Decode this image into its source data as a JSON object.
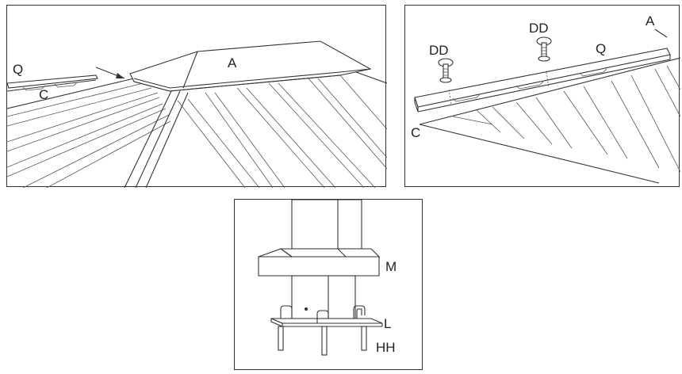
{
  "panels": [
    {
      "id": "top-left",
      "labels": {
        "q": "Q",
        "c": "C",
        "a": "A"
      }
    },
    {
      "id": "top-right",
      "labels": {
        "dd1": "DD",
        "dd2": "DD",
        "q": "Q",
        "a": "A",
        "c": "C"
      }
    },
    {
      "id": "bottom",
      "labels": {
        "m": "M",
        "l": "L",
        "hh": "HH"
      }
    }
  ]
}
